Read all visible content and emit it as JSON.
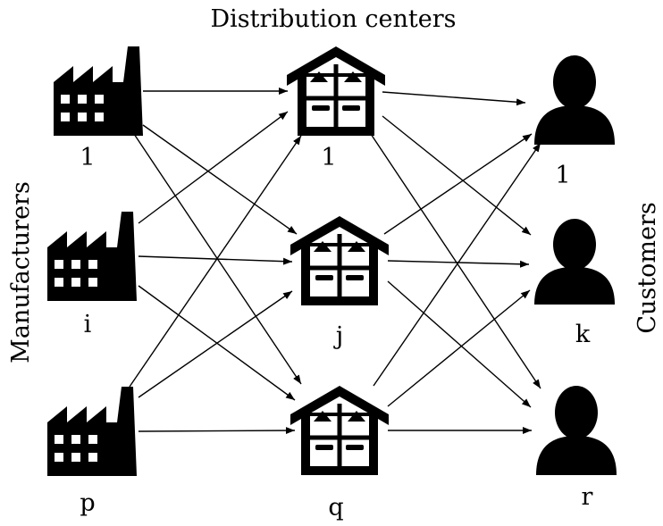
{
  "headers": {
    "top": "Distribution centers",
    "left": "Manufacturers",
    "right": "Customers"
  },
  "manufacturers": [
    {
      "id": "m1",
      "label": "1"
    },
    {
      "id": "mi",
      "label": "i"
    },
    {
      "id": "mp",
      "label": "p"
    }
  ],
  "distribution_centers": [
    {
      "id": "d1",
      "label": "1"
    },
    {
      "id": "dj",
      "label": "j"
    },
    {
      "id": "dq",
      "label": "q"
    }
  ],
  "customers": [
    {
      "id": "c1",
      "label": "1"
    },
    {
      "id": "ck",
      "label": "k"
    },
    {
      "id": "cr",
      "label": "r"
    }
  ],
  "edges": [
    {
      "from": "m1",
      "to": "d1"
    },
    {
      "from": "m1",
      "to": "dj"
    },
    {
      "from": "m1",
      "to": "dq"
    },
    {
      "from": "mi",
      "to": "d1"
    },
    {
      "from": "mi",
      "to": "dj"
    },
    {
      "from": "mi",
      "to": "dq"
    },
    {
      "from": "mp",
      "to": "d1"
    },
    {
      "from": "mp",
      "to": "dj"
    },
    {
      "from": "mp",
      "to": "dq"
    },
    {
      "from": "d1",
      "to": "c1"
    },
    {
      "from": "d1",
      "to": "ck"
    },
    {
      "from": "d1",
      "to": "cr"
    },
    {
      "from": "dj",
      "to": "c1"
    },
    {
      "from": "dj",
      "to": "ck"
    },
    {
      "from": "dj",
      "to": "cr"
    },
    {
      "from": "dq",
      "to": "c1"
    },
    {
      "from": "dq",
      "to": "ck"
    },
    {
      "from": "dq",
      "to": "cr"
    }
  ],
  "colors": {
    "ink": "#000000",
    "background": "#ffffff"
  },
  "icons": {
    "manufacturer": "factory-icon",
    "distribution_center": "warehouse-icon",
    "customer": "person-icon"
  }
}
